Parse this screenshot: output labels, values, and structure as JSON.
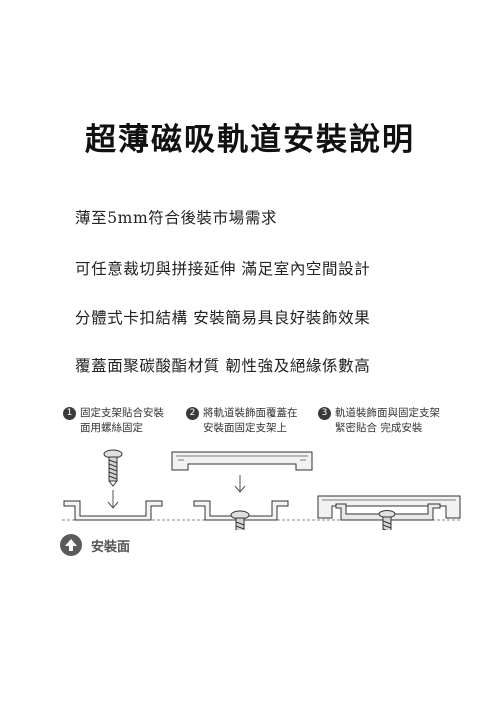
{
  "title": "超薄磁吸軌道安裝說明",
  "features": [
    "薄至5mm符合後裝市場需求",
    "可任意裁切與拼接延伸 滿足室內空間設計",
    "分體式卡扣結構 安裝簡易具良好裝飾效果",
    "覆蓋面聚碳酸酯材質 韌性強及絕緣係數高"
  ],
  "steps": [
    {
      "number": "1",
      "lines": [
        "固定支架貼合安裝",
        "面用螺絲固定"
      ]
    },
    {
      "number": "2",
      "lines": [
        "將軌道裝飾面覆蓋在",
        "安裝面固定支架上"
      ]
    },
    {
      "number": "3",
      "lines": [
        "軌道裝飾面與固定支架",
        "緊密貼合 完成安裝"
      ]
    }
  ],
  "mounting_surface": {
    "label": "安裝面",
    "icon": "arrow-up-icon"
  }
}
